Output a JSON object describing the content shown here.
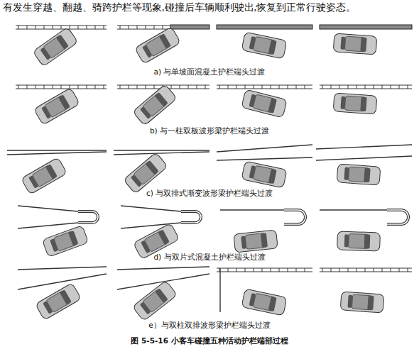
{
  "diagram": {
    "caption": "图 5-5-16 小客车碰撞五种活动护栏端部过程",
    "labels": [
      "有发生穿越、翻越、骑跨护栏等现象,碰撞后车辆顺利驶出,恢复到正常行驶姿态。",
      "a) 与单坡面混凝土护栏端头过渡",
      "b) 与一柱双板波形梁护栏端头过渡",
      "c) 与双排式渐变波形梁护栏端头过渡",
      "d) 与双片式混凝土护栏端头过渡",
      "e）与双柱双排波形梁护栏端头过渡"
    ]
  }
}
